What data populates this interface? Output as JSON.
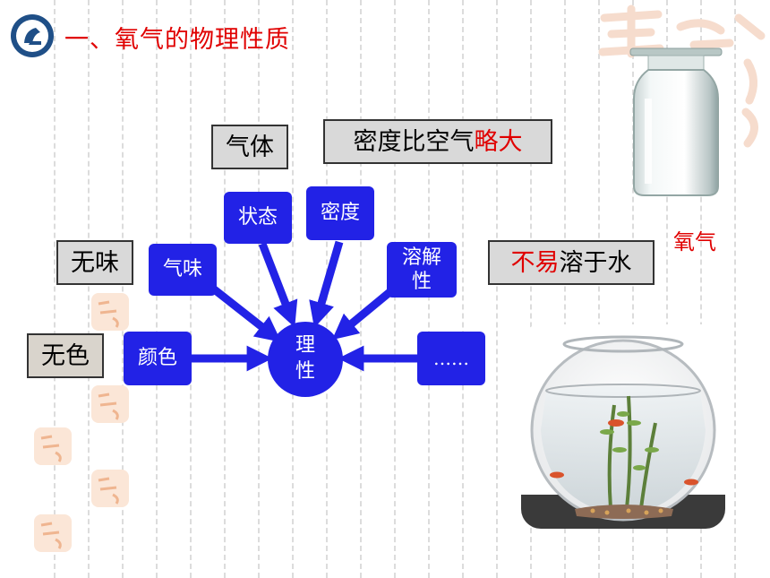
{
  "title": "一、氧气的物理性质",
  "center": {
    "line1": "理",
    "line2": "性"
  },
  "nodes": {
    "state": "状态",
    "density": "密度",
    "smell": "气味",
    "solubility_line1": "溶解",
    "solubility_line2": "性",
    "color": "颜色",
    "more": "……"
  },
  "answers": {
    "state": "气体",
    "density_prefix": "密度比空气",
    "density_highlight": "略大",
    "smell": "无味",
    "solubility_highlight": "不易",
    "solubility_suffix": "溶于水",
    "color": "无色"
  },
  "oxygen_label": "氧气",
  "colors": {
    "accent": "#e00000",
    "node": "#2222e6",
    "answer_box": "#d9d9d9"
  },
  "icons": [
    "logo-icon",
    "gas-jar-image",
    "fishbowl-image",
    "seal-decoration"
  ]
}
